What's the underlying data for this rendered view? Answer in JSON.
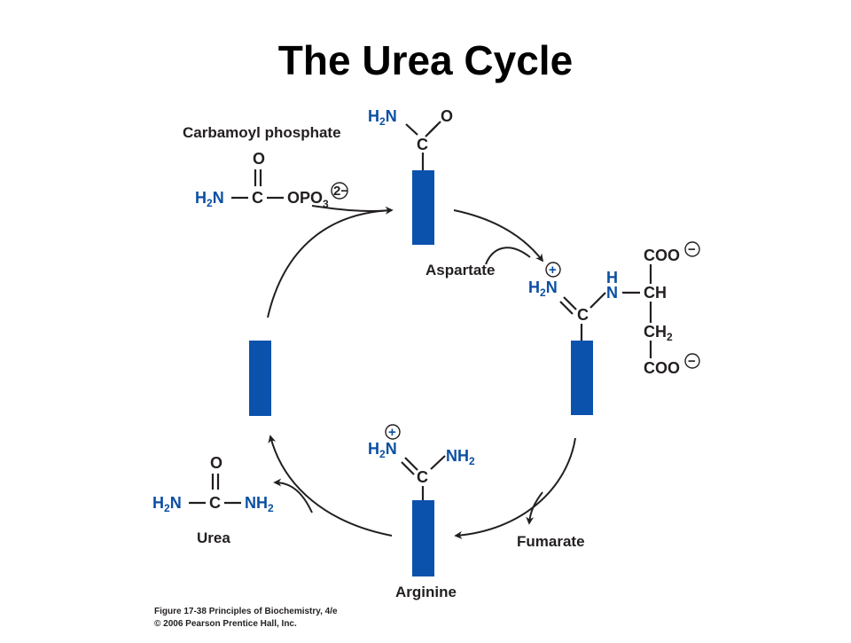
{
  "title": "The Urea Cycle",
  "labels": {
    "carbamoyl_phosphate": "Carbamoyl phosphate",
    "aspartate": "Aspartate",
    "fumarate": "Fumarate",
    "arginine": "Arginine",
    "urea": "Urea"
  },
  "atoms": {
    "H": "H",
    "N": "N",
    "C": "C",
    "O": "O",
    "NH": "NH",
    "CH": "CH",
    "COO": "COO",
    "OPO": "OPO",
    "sub2": "2",
    "sub3": "3",
    "plus": "+",
    "minus": "−",
    "two_minus": "2−"
  },
  "caption": {
    "line1": "Figure 17-38  Principles of Biochemistry, 4/e",
    "line2": "© 2006 Pearson Prentice Hall, Inc."
  },
  "colors": {
    "blue": "#0b4fa3",
    "black": "#231f20",
    "bar_blue": "#0b52ad"
  }
}
